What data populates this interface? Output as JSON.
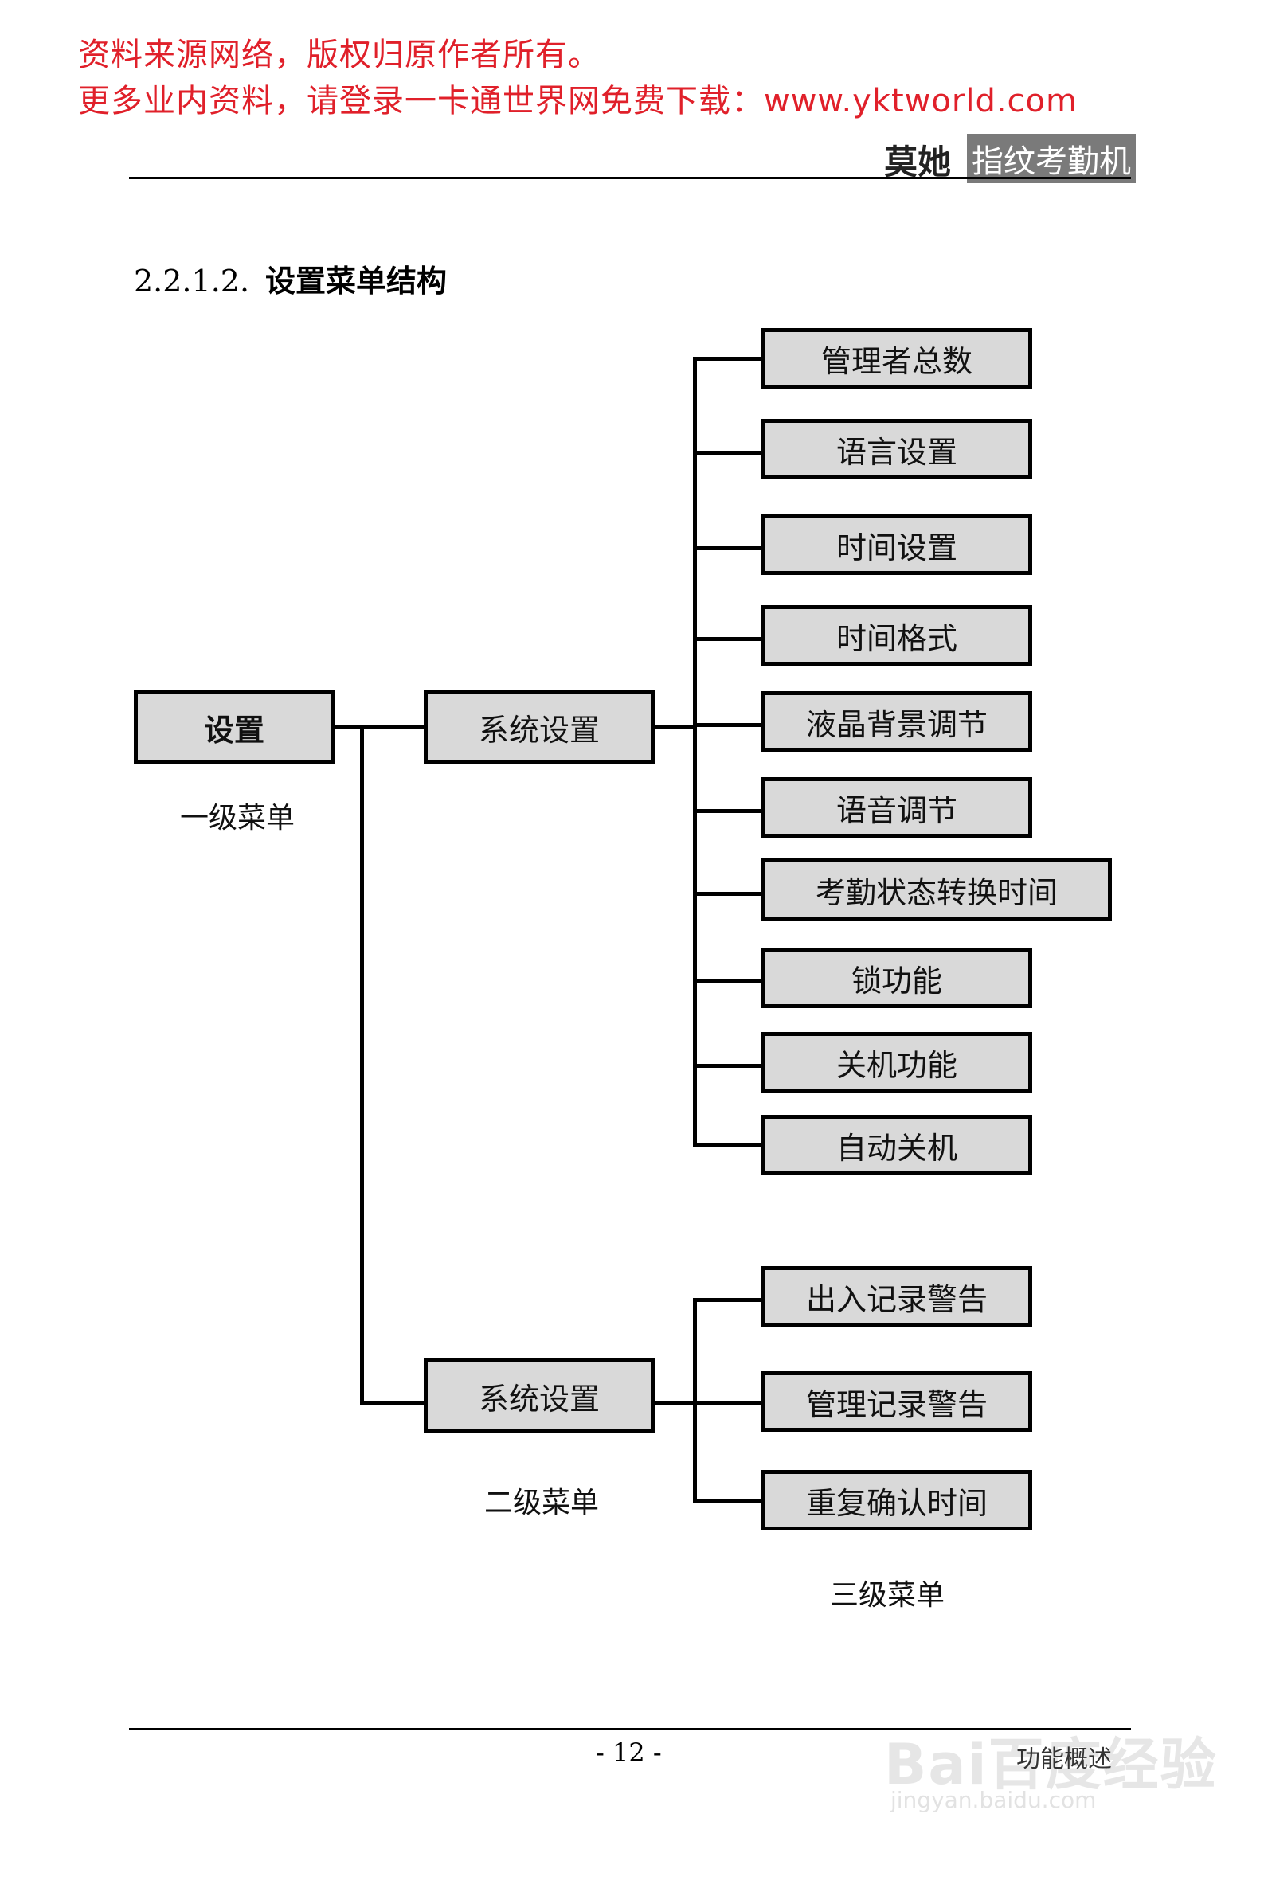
{
  "banner": {
    "line1": "资料来源网络，版权归原作者所有。",
    "line2": "更多业内资料，请登录一卡通世界网免费下载：www.yktworld.com"
  },
  "header": {
    "logo": "莫她",
    "tag": "指纹考勤机"
  },
  "section": {
    "number": "2.2.1.2.",
    "title": "设置菜单结构"
  },
  "tree": {
    "level1": {
      "label": "设置",
      "caption": "一级菜单"
    },
    "level2": {
      "items": [
        "系统设置",
        "系统设置"
      ],
      "caption": "二级菜单"
    },
    "level3": {
      "group1": [
        "管理者总数",
        "语言设置",
        "时间设置",
        "时间格式",
        "液晶背景调节",
        "语音调节",
        "考勤状态转换时间",
        "锁功能",
        "关机功能",
        "自动关机"
      ],
      "group2": [
        "出入记录警告",
        "管理记录警告",
        "重复确认时间"
      ],
      "caption": "三级菜单"
    }
  },
  "footer": {
    "page": "- 12 -",
    "section_name": "功能概述"
  },
  "watermark": {
    "brand": "Bai百度经验",
    "url": "jingyan.baidu.com"
  }
}
